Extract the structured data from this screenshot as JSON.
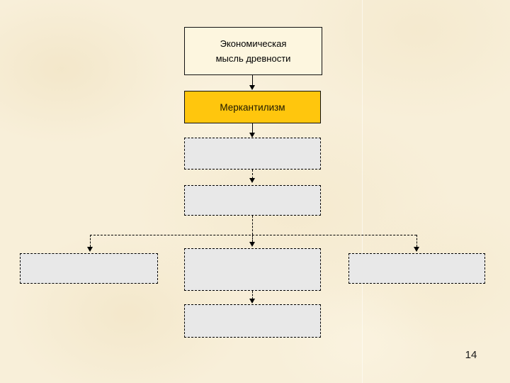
{
  "slide": {
    "page_number": "14",
    "background_color": "#F8EFD9"
  },
  "diagram": {
    "title_box": {
      "text": "Экономическая\nмысль древности",
      "fill": "#FDF6DF",
      "border_color": "#111111",
      "text_color": "#000000"
    },
    "mercantilism_box": {
      "text": "Меркантилизм",
      "fill": "#FFC60D",
      "border_color": "#111111",
      "text_color": "#1C1700"
    },
    "placeholder_boxes": {
      "fill": "#E8E8E8",
      "border_style": "dashed",
      "border_color": "#000000",
      "count": 6
    },
    "connectors": {
      "color": "#000000",
      "solid_arrows": 2,
      "dashed_arrows": 5
    }
  }
}
